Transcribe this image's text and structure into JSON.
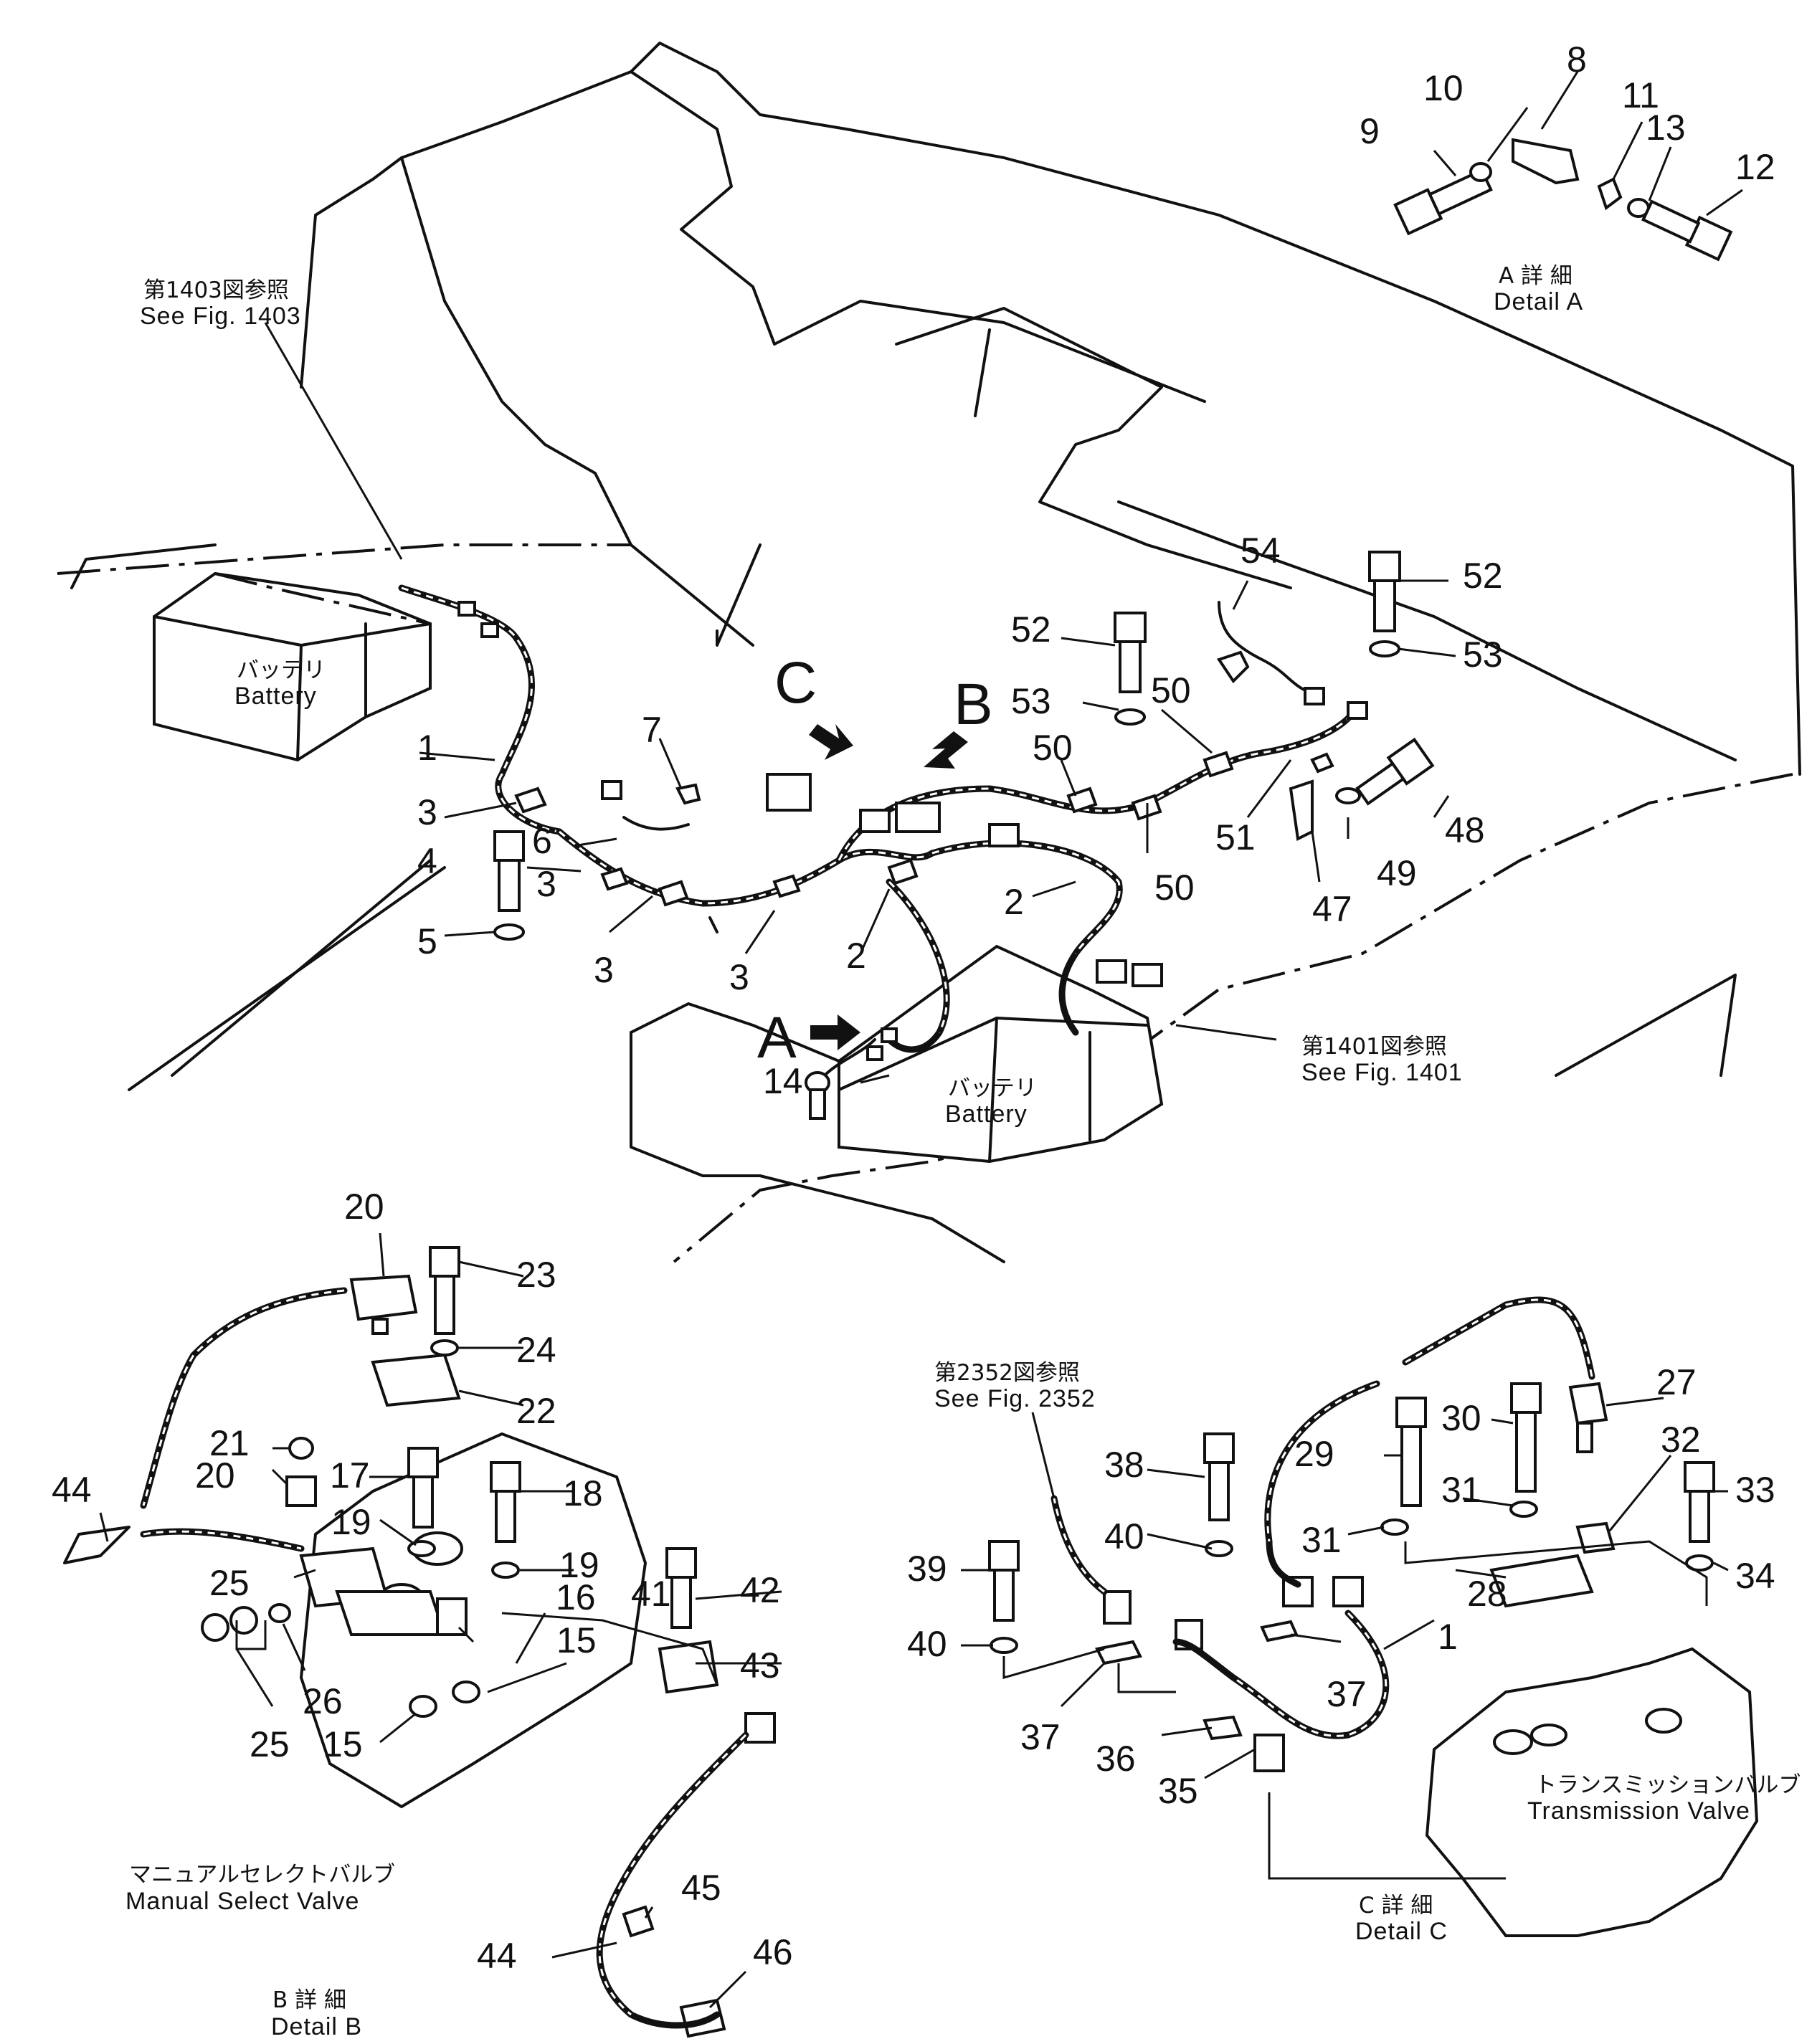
{
  "callouts": {
    "n1a": "1",
    "n1b": "1",
    "n2a": "2",
    "n2b": "2",
    "n3a": "3",
    "n3b": "3",
    "n3c": "3",
    "n3d": "3",
    "n4": "4",
    "n5": "5",
    "n6": "6",
    "n7": "7",
    "n8": "8",
    "n9": "9",
    "n10": "10",
    "n11": "11",
    "n12": "12",
    "n13": "13",
    "n14": "14",
    "n15a": "15",
    "n15b": "15",
    "n16": "16",
    "n17": "17",
    "n18": "18",
    "n19a": "19",
    "n19b": "19",
    "n20a": "20",
    "n20b": "20",
    "n21": "21",
    "n22": "22",
    "n23": "23",
    "n24": "24",
    "n25a": "25",
    "n25b": "25",
    "n26": "26",
    "n27": "27",
    "n28": "28",
    "n29": "29",
    "n30": "30",
    "n31a": "31",
    "n31b": "31",
    "n32": "32",
    "n33": "33",
    "n34": "34",
    "n35": "35",
    "n36": "36",
    "n37a": "37",
    "n37b": "37",
    "n38": "38",
    "n39": "39",
    "n40a": "40",
    "n40b": "40",
    "n41": "41",
    "n42": "42",
    "n43": "43",
    "n44a": "44",
    "n44b": "44",
    "n45": "45",
    "n46": "46",
    "n47": "47",
    "n48": "48",
    "n49": "49",
    "n50a": "50",
    "n50b": "50",
    "n50c": "50",
    "n51": "51",
    "n52a": "52",
    "n52b": "52",
    "n53a": "53",
    "n53b": "53",
    "n54": "54"
  },
  "detail_letters": {
    "a": "A",
    "b": "B",
    "c": "C"
  },
  "captions": {
    "ref1403_jp": "第1403図参照",
    "ref1403_en": "See  Fig.  1403",
    "ref1401_jp": "第1401図参照",
    "ref1401_en": "See  Fig.  1401",
    "ref2352_jp": "第2352図参照",
    "ref2352_en": "See  Fig.  2352",
    "battery_jp_1": "バッテリ",
    "battery_en_1": "Battery",
    "battery_jp_2": "バッテリ",
    "battery_en_2": "Battery",
    "detail_a_jp": "A 詳 細",
    "detail_a_en": "Detail  A",
    "detail_b_jp": "B 詳 細",
    "detail_b_en": "Detail  B",
    "detail_c_jp": "C 詳 細",
    "detail_c_en": "Detail  C",
    "manual_valve_jp": "マニュアルセレクトバルブ",
    "manual_valve_en": "Manual  Select  Valve",
    "trans_valve_jp": "トランスミッションバルブ",
    "trans_valve_en": "Transmission  Valve"
  }
}
